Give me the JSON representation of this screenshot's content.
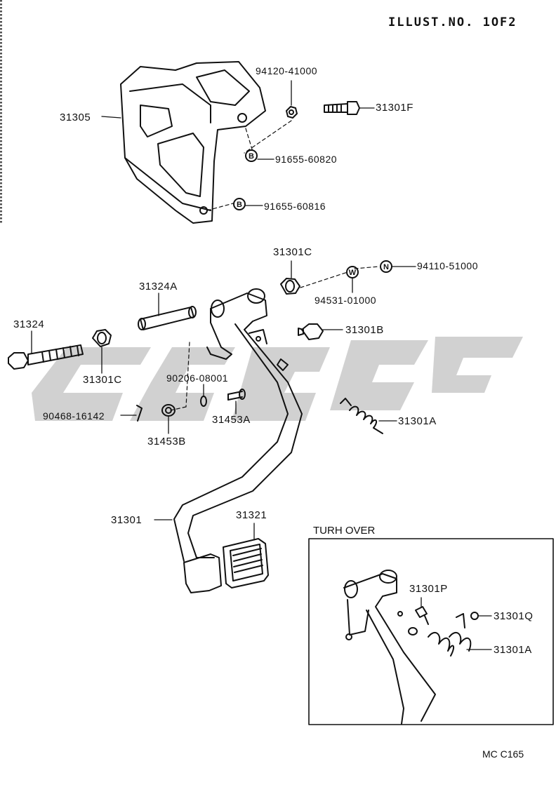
{
  "header": {
    "illust_no": "ILLUST.NO. 1OF2"
  },
  "footer": {
    "code": "MC C165"
  },
  "inset": {
    "title": "TURH OVER"
  },
  "parts": {
    "p_31305": "31305",
    "p_94120_41000": "94120-41000",
    "p_31301F": "31301F",
    "p_91655_60820": "91655-60820",
    "p_91655_60816": "91655-60816",
    "p_31301C_top": "31301C",
    "p_94110_51000": "94110-51000",
    "p_94531_01000": "94531-01000",
    "p_31324A": "31324A",
    "p_31324": "31324",
    "p_31301B": "31301B",
    "p_31301C_left": "31301C",
    "p_90206_08001": "90206-08001",
    "p_90468_16142": "90468-16142",
    "p_31453A": "31453A",
    "p_31453B": "31453B",
    "p_31301A": "31301A",
    "p_31301": "31301",
    "p_31321": "31321",
    "p_31301P": "31301P",
    "p_31301Q": "31301Q",
    "p_31301A_inset": "31301A"
  },
  "markers": {
    "bolt_b": "B",
    "nut_n": "N",
    "washer_w": "W"
  },
  "watermark_color": "#c8c8c8"
}
